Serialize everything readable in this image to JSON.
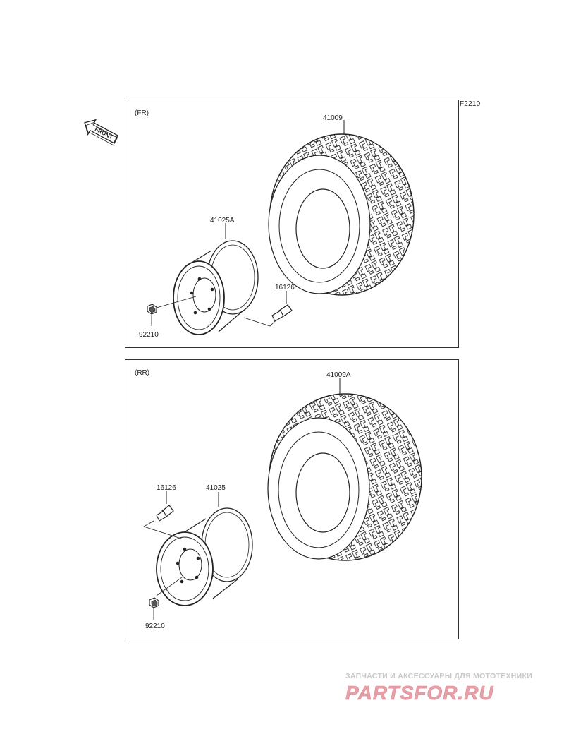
{
  "figure_code": "F2210",
  "front_arrow_label": "FRONT",
  "panels": [
    {
      "label": "(FR)",
      "parts": {
        "tire": "41009",
        "wheel": "41025A",
        "valve": "16126",
        "nut": "92210"
      }
    },
    {
      "label": "(RR)",
      "parts": {
        "tire": "41009A",
        "wheel": "41025",
        "valve": "16126",
        "nut": "92210"
      }
    }
  ],
  "watermark": {
    "tagline": "ЗАПЧАСТИ И АКСЕССУАРЫ ДЛЯ МОТОТЕХНИКИ",
    "logo": "PARTSFOR.RU",
    "colors": {
      "logo": "#e8a0a8",
      "tagline": "#c9c9c9"
    }
  }
}
